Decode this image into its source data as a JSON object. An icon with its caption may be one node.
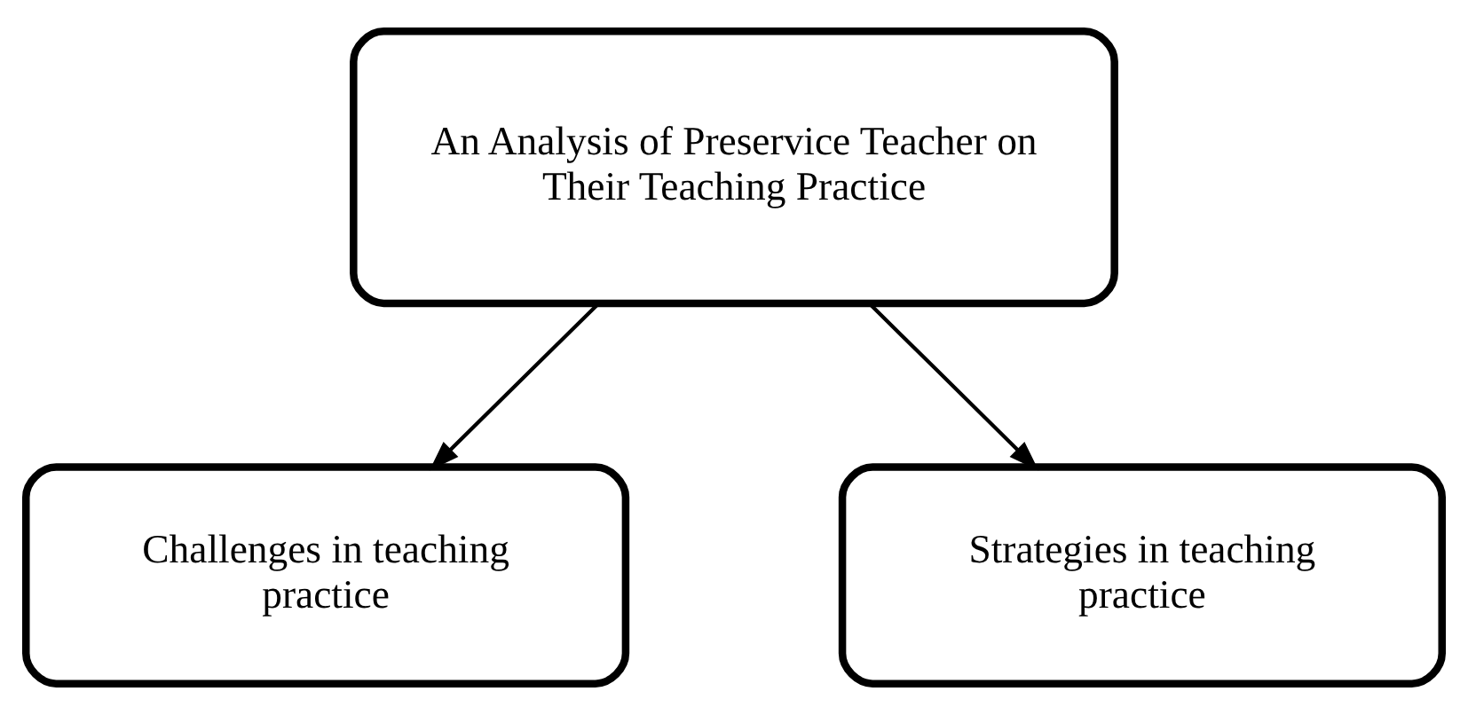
{
  "diagram": {
    "nodes": [
      {
        "text": [
          "An Analysis of Preservice Teacher on Their Teaching Practice"
        ]
      },
      {
        "text": [
          "Challenges in teaching practice"
        ]
      },
      {
        "text": [
          "Strategies in teaching practice"
        ]
      }
    ],
    "edges": [
      {
        "from": 0,
        "to": 1,
        "arrow": "to"
      },
      {
        "from": 0,
        "to": 2,
        "arrow": "to"
      }
    ]
  }
}
